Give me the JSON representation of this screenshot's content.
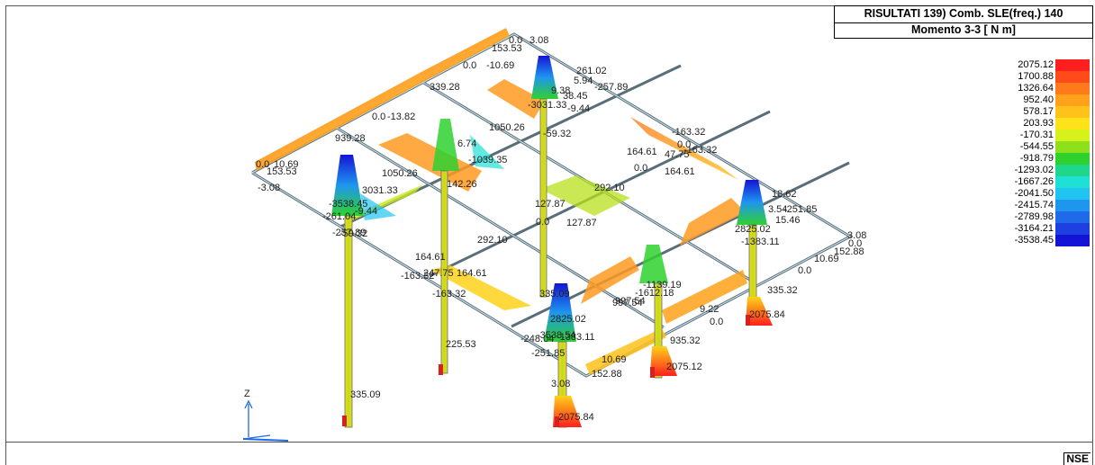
{
  "title": {
    "line1": "RISULTATI   139) Comb. SLE(freq.) 140",
    "line2": "Momento 3-3 [ N  m]"
  },
  "legend": {
    "items": [
      {
        "label": "2075.12",
        "color": "#ff1f1f"
      },
      {
        "label": "1700.88",
        "color": "#ff4a1a"
      },
      {
        "label": "1326.64",
        "color": "#ff7a1a"
      },
      {
        "label": "952.40",
        "color": "#ffa11a"
      },
      {
        "label": "578.17",
        "color": "#ffc21a"
      },
      {
        "label": "203.93",
        "color": "#ffe21a"
      },
      {
        "label": "-170.31",
        "color": "#d6f21a"
      },
      {
        "label": "-544.55",
        "color": "#8de01a"
      },
      {
        "label": "-918.79",
        "color": "#2fd12f"
      },
      {
        "label": "-1293.02",
        "color": "#1fd68a"
      },
      {
        "label": "-1667.26",
        "color": "#1fe0d4"
      },
      {
        "label": "-2041.50",
        "color": "#1fc4f0"
      },
      {
        "label": "-2415.74",
        "color": "#1f96ee"
      },
      {
        "label": "-2789.98",
        "color": "#1f6ae8"
      },
      {
        "label": "-3164.21",
        "color": "#1f40e0"
      },
      {
        "label": "-3538.45",
        "color": "#1414d6"
      }
    ]
  },
  "axis": {
    "label": "Z"
  },
  "status_corner": "NSE",
  "value_labels": [
    "0.0",
    "3.08",
    "153.53",
    "0.0",
    "-10.69",
    "261.02",
    "5.94",
    "-257.89",
    "9.38",
    "38.45",
    "-3031.33",
    "-9.44",
    "339.28",
    "0.0",
    "-13.82",
    "1050.26",
    "-59.32",
    "939.28",
    "6.74",
    "-1039.35",
    "-163.32",
    "0.0",
    "164.61",
    "47.75",
    "-163.32",
    "0.0",
    "164.61",
    "0.0",
    "10.69",
    "153.53",
    "1050.26",
    "142.26",
    "-3.08",
    "3031.33",
    "-3538.45",
    "-9.44",
    "-261.04",
    "-257.89",
    "-59.32",
    "127.87",
    "292.10",
    "0.0",
    "127.87",
    "292.10",
    "18.62",
    "3.54",
    "-251.85",
    "15.46",
    "2825.02",
    "-1383.11",
    "3.08",
    "0.0",
    "152.88",
    "10.69",
    "0.0",
    "164.61",
    "-163.32",
    "247.75",
    "164.61",
    "-163.32",
    "335.09",
    "997.54",
    "-1612.18",
    "-1139.19",
    "997.54",
    "335.32",
    "9.22",
    "0.0",
    "2075.84",
    "2825.02",
    "-3538.54",
    "-1383.11",
    "-248.04",
    "-251.85",
    "225.53",
    "935.32",
    "2075.12",
    "10.69",
    "152.88",
    "3.08",
    "335.09",
    "2075.84"
  ]
}
